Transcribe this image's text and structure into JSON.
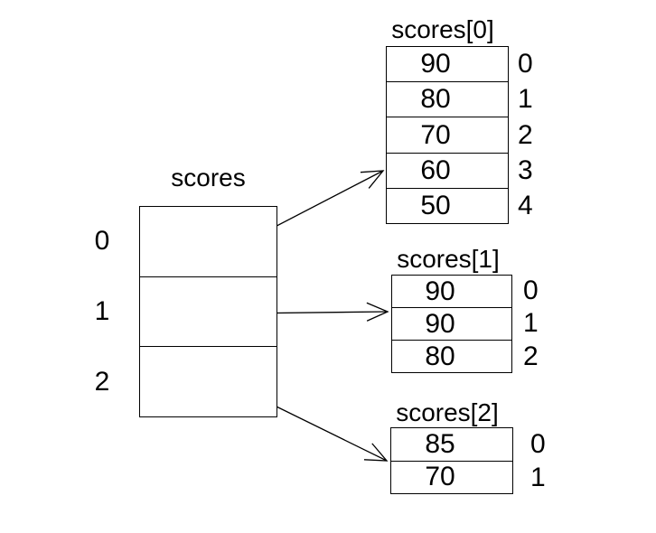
{
  "main_array": {
    "title": "scores",
    "indices": [
      "0",
      "1",
      "2"
    ]
  },
  "sub_arrays": [
    {
      "title": "scores[0]",
      "values": [
        "90",
        "80",
        "70",
        "60",
        "50"
      ],
      "indices": [
        "0",
        "1",
        "2",
        "3",
        "4"
      ]
    },
    {
      "title": "scores[1]",
      "values": [
        "90",
        "90",
        "80"
      ],
      "indices": [
        "0",
        "1",
        "2"
      ]
    },
    {
      "title": "scores[2]",
      "values": [
        "85",
        "70"
      ],
      "indices": [
        "0",
        "1"
      ]
    }
  ],
  "colors": {
    "background": "#ffffff",
    "line": "#000000",
    "text": "#000000"
  }
}
